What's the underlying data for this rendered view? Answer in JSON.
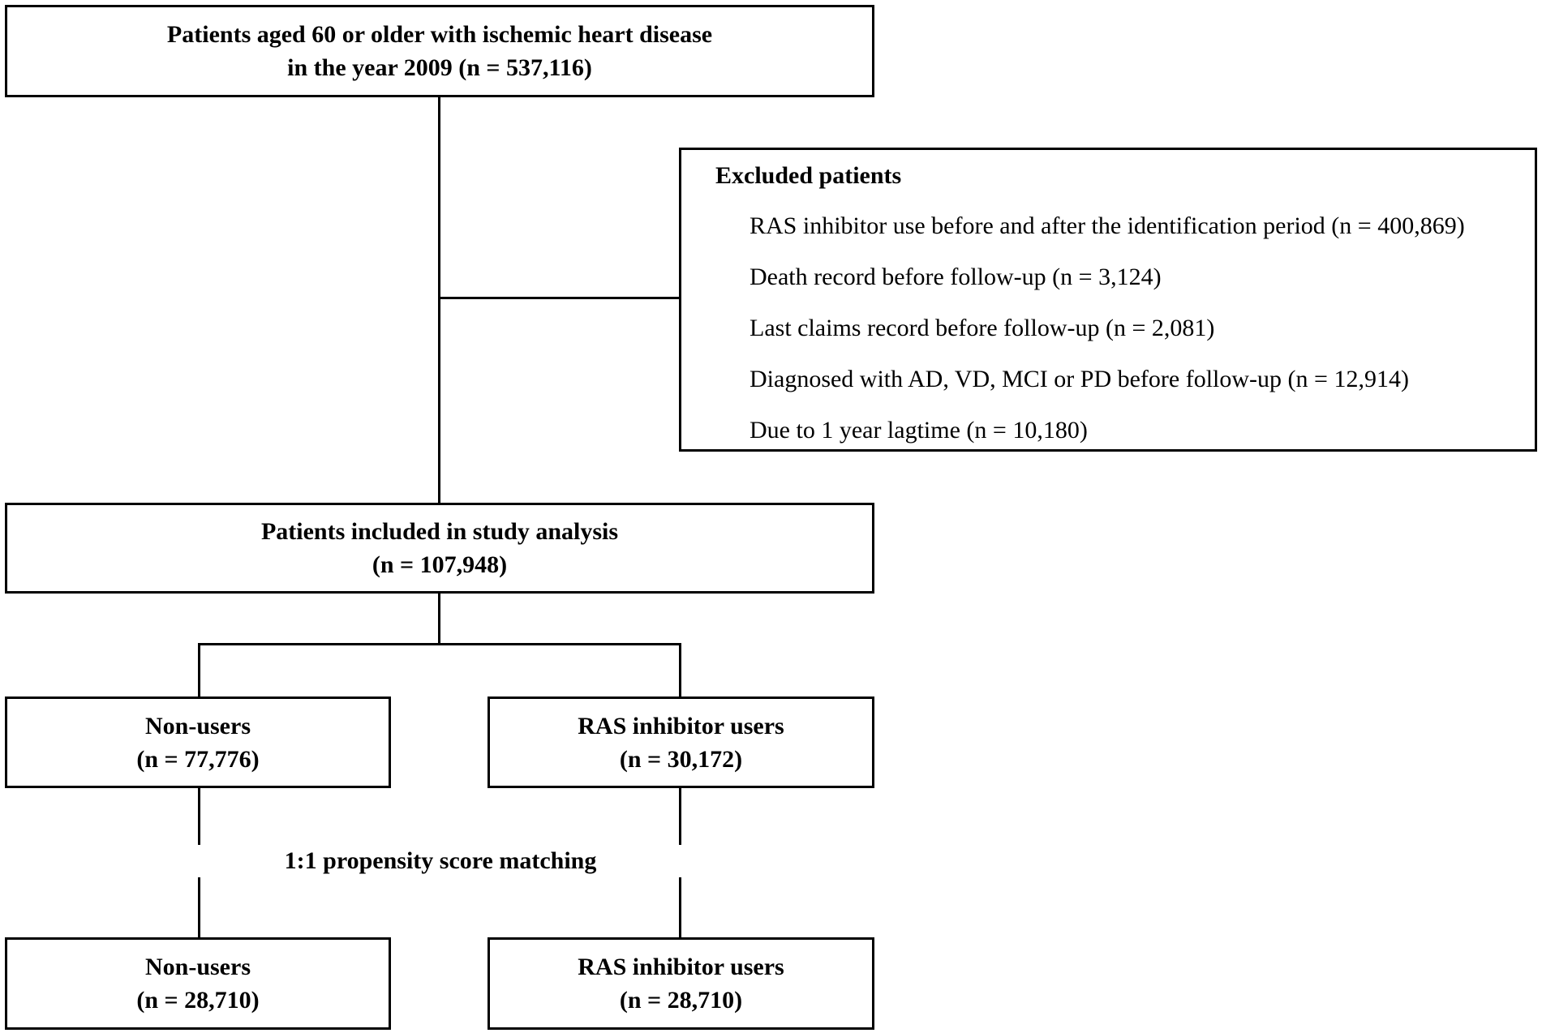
{
  "flowchart": {
    "cohort": {
      "line1": "Patients aged 60 or older with ischemic heart disease",
      "line2": "in the year 2009 (n = 537,116)"
    },
    "excluded": {
      "title": "Excluded patients",
      "items": [
        "RAS inhibitor use before and after the identification period (n = 400,869)",
        "Death record before follow-up (n = 3,124)",
        "Last claims record before follow-up (n = 2,081)",
        "Diagnosed with AD, VD, MCI or PD before follow-up (n = 12,914)",
        "Due to 1 year lagtime (n = 10,180)"
      ]
    },
    "included": {
      "line1": "Patients included in study analysis",
      "line2": "(n = 107,948)"
    },
    "non_users": {
      "label": "Non-users",
      "count": "(n = 77,776)"
    },
    "ras_users": {
      "label": "RAS inhibitor users",
      "count": "(n = 30,172)"
    },
    "matching_label": "1:1 propensity score matching",
    "matched_non_users": {
      "label": "Non-users",
      "count": "(n = 28,710)"
    },
    "matched_ras_users": {
      "label": "RAS inhibitor users",
      "count": "(n = 28,710)"
    }
  }
}
